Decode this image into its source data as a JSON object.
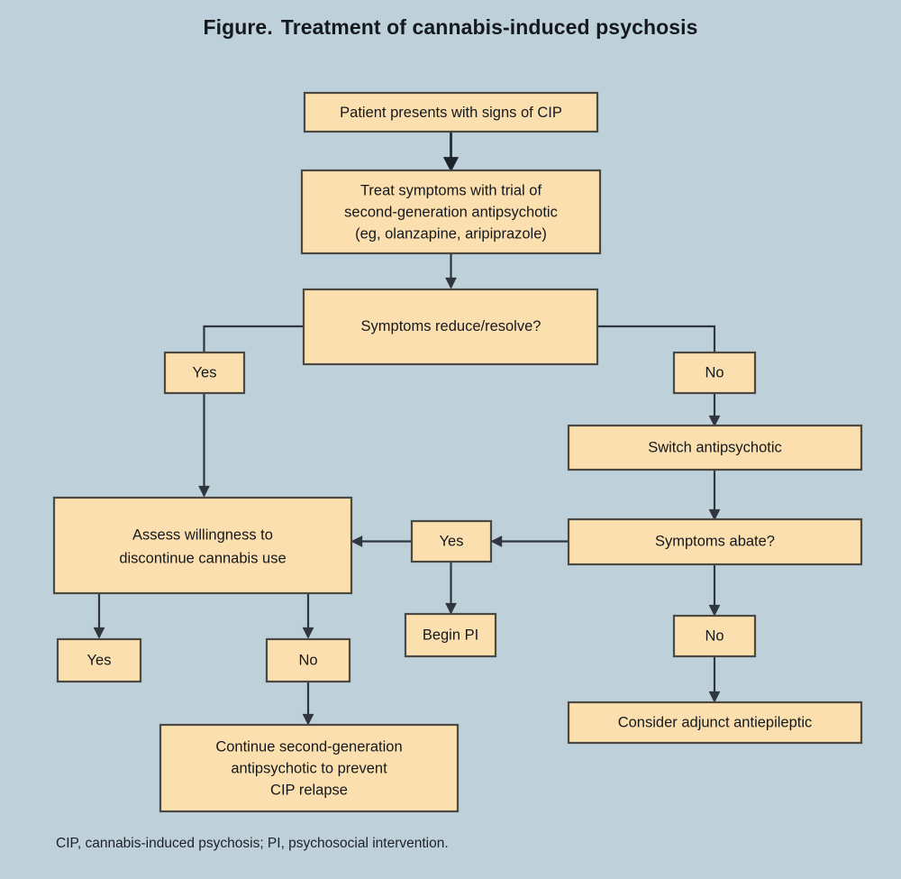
{
  "figure": {
    "title_lead": "Figure.",
    "title_text": "Treatment of cannabis-induced psychosis",
    "footnote": "CIP, cannabis-induced psychosis; PI, psychosocial intervention.",
    "background_color": "#bed0da",
    "node_fill_color": "#fcdfae",
    "node_border_color": "#4a4944",
    "edge_color": "#30363d"
  },
  "chart_data": {
    "type": "diagram",
    "title": "Figure.  Treatment of cannabis-induced psychosis",
    "nodes": [
      {
        "id": "start",
        "label": "Patient presents with signs of CIP",
        "lines": [
          "Patient presents with signs of CIP"
        ]
      },
      {
        "id": "treat",
        "label": "Treat symptoms with trial of second-generation antipsychotic (eg, olanzapine, aripiprazole)",
        "lines": [
          "Treat symptoms with trial of",
          "second-generation antipsychotic",
          "(eg, olanzapine, aripiprazole)"
        ]
      },
      {
        "id": "reduce",
        "label": "Symptoms reduce/resolve?",
        "lines": [
          "Symptoms reduce/resolve?"
        ]
      },
      {
        "id": "reduce_yes",
        "label": "Yes",
        "lines": [
          "Yes"
        ]
      },
      {
        "id": "reduce_no",
        "label": "No",
        "lines": [
          "No"
        ]
      },
      {
        "id": "switch",
        "label": "Switch antipsychotic",
        "lines": [
          "Switch antipsychotic"
        ]
      },
      {
        "id": "abate",
        "label": "Symptoms abate?",
        "lines": [
          "Symptoms abate?"
        ]
      },
      {
        "id": "abate_yes",
        "label": "Yes",
        "lines": [
          "Yes"
        ]
      },
      {
        "id": "abate_no",
        "label": "No",
        "lines": [
          "No"
        ]
      },
      {
        "id": "antiepileptic",
        "label": "Consider adjunct antiepileptic",
        "lines": [
          "Consider adjunct antiepileptic"
        ]
      },
      {
        "id": "assess",
        "label": "Assess willingness to discontinue cannabis use",
        "lines": [
          "Assess willingness to",
          "discontinue cannabis use"
        ]
      },
      {
        "id": "begin_pi",
        "label": "Begin PI",
        "lines": [
          "Begin PI"
        ]
      },
      {
        "id": "assess_yes",
        "label": "Yes",
        "lines": [
          "Yes"
        ]
      },
      {
        "id": "assess_no",
        "label": "No",
        "lines": [
          "No"
        ]
      },
      {
        "id": "continue",
        "label": "Continue second-generation antipsychotic to prevent CIP relapse",
        "lines": [
          "Continue second-generation",
          "antipsychotic to prevent",
          "CIP relapse"
        ]
      }
    ],
    "edges": [
      {
        "from": "start",
        "to": "treat",
        "label": ""
      },
      {
        "from": "treat",
        "to": "reduce",
        "label": ""
      },
      {
        "from": "reduce",
        "to": "reduce_yes",
        "label": "Yes"
      },
      {
        "from": "reduce",
        "to": "reduce_no",
        "label": "No"
      },
      {
        "from": "reduce_yes",
        "to": "assess",
        "label": ""
      },
      {
        "from": "reduce_no",
        "to": "switch",
        "label": ""
      },
      {
        "from": "switch",
        "to": "abate",
        "label": ""
      },
      {
        "from": "abate",
        "to": "abate_yes",
        "label": "Yes"
      },
      {
        "from": "abate",
        "to": "abate_no",
        "label": "No"
      },
      {
        "from": "abate_no",
        "to": "antiepileptic",
        "label": ""
      },
      {
        "from": "abate_yes",
        "to": "assess",
        "label": ""
      },
      {
        "from": "abate_yes",
        "to": "begin_pi",
        "label": ""
      },
      {
        "from": "assess",
        "to": "assess_yes",
        "label": "Yes"
      },
      {
        "from": "assess",
        "to": "assess_no",
        "label": "No"
      },
      {
        "from": "assess_no",
        "to": "continue",
        "label": ""
      }
    ]
  }
}
